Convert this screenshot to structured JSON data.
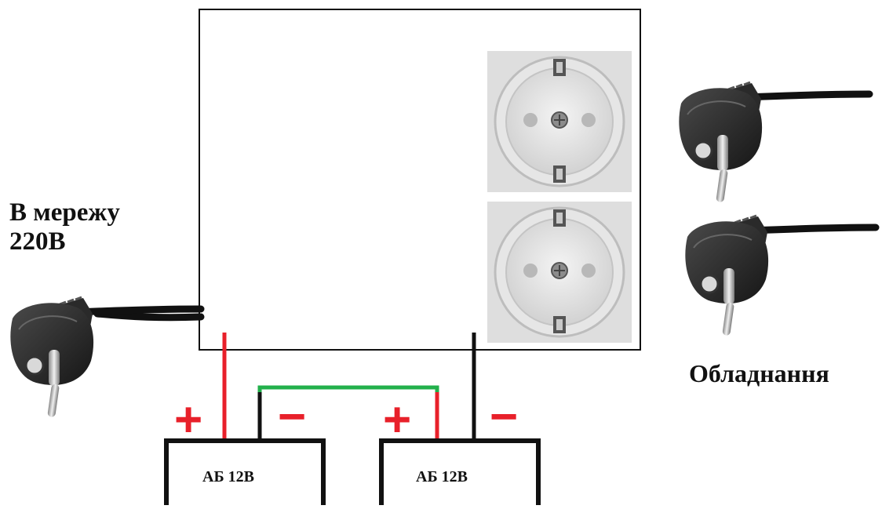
{
  "labels": {
    "mains_line1": "В мережу",
    "mains_line2": "220В",
    "equipment": "Обладнання"
  },
  "batteries": [
    {
      "label": "АБ 12В",
      "plus": "+",
      "minus": "−"
    },
    {
      "label": "АБ 12В",
      "plus": "+",
      "minus": "−"
    }
  ],
  "colors": {
    "positive_wire": "#e8202a",
    "negative_wire": "#111111",
    "jumper_wire": "#22b04b",
    "outlet_panel": "#dcdcdc",
    "plug_body": "#2b2b2b"
  },
  "icons": [
    "power-plug-icon",
    "socket-outlet-icon"
  ]
}
